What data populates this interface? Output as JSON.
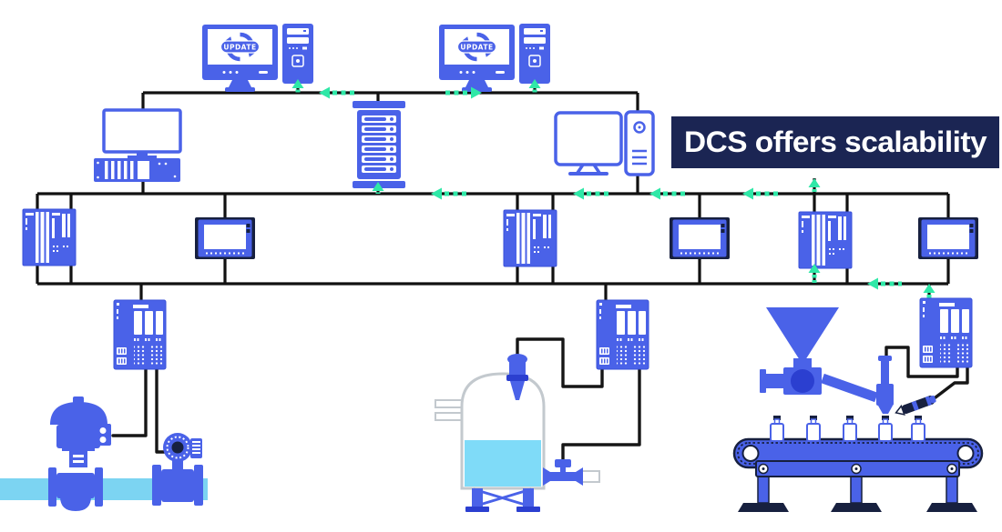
{
  "banner": {
    "label": "DCS offers scalability"
  },
  "top_tier": {
    "workstation_1": {
      "screen_label": "UPDATE"
    },
    "workstation_2": {
      "screen_label": "UPDATE"
    }
  },
  "colors": {
    "primary": "#4a62e8",
    "primary_dark": "#2b3fd0",
    "navy": "#17203f",
    "banner_bg": "#1b2553",
    "banner_fg": "#ffffff",
    "green": "#2fe8a7",
    "light_blue": "#7cd4f2",
    "liquid": "#7fdbf8",
    "tank_outline": "#c3c9ce",
    "wire": "#161616",
    "bus": "#111111"
  },
  "components": [
    "engineering-workstation",
    "engineering-workstation",
    "operator-station",
    "server-rack",
    "desktop-pc",
    "plc-rack",
    "hmi-panel",
    "plc-rack",
    "hmi-panel",
    "plc-rack",
    "hmi-panel",
    "remote-io-station",
    "remote-io-station",
    "remote-io-station",
    "control-valve",
    "flow-meter",
    "process-pipe",
    "storage-tank",
    "level-sensor",
    "outlet-valve",
    "hopper-feeder",
    "filling-nozzle",
    "analytical-probe",
    "conveyor-belt",
    "bottles"
  ]
}
